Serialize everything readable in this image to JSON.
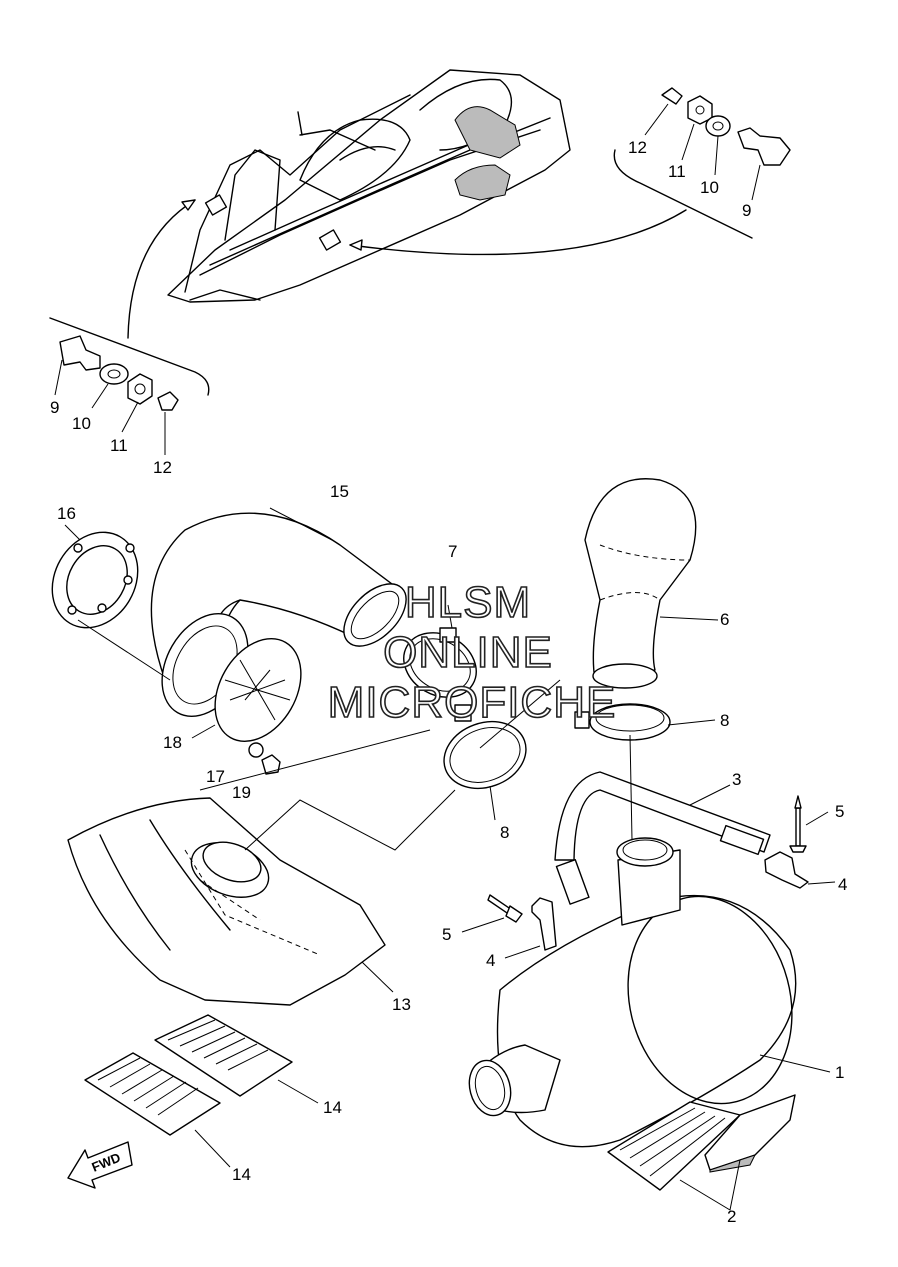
{
  "diagram": {
    "watermark": {
      "line1": "HLSM",
      "line2": "ONLINE",
      "line3": "MICROFICHE"
    },
    "fwd_arrow": "FWD",
    "callouts": {
      "p1": "1",
      "p2": "2",
      "p3": "3",
      "p4a": "4",
      "p4b": "4",
      "p5a": "5",
      "p5b": "5",
      "p6": "6",
      "p7": "7",
      "p8a": "8",
      "p8b": "8",
      "p9a": "9",
      "p9b": "9",
      "p10a": "10",
      "p10b": "10",
      "p11a": "11",
      "p11b": "11",
      "p12a": "12",
      "p12b": "12",
      "p13": "13",
      "p14a": "14",
      "p14b": "14",
      "p15": "15",
      "p16": "16",
      "p17": "17",
      "p18": "18",
      "p19": "19"
    }
  }
}
